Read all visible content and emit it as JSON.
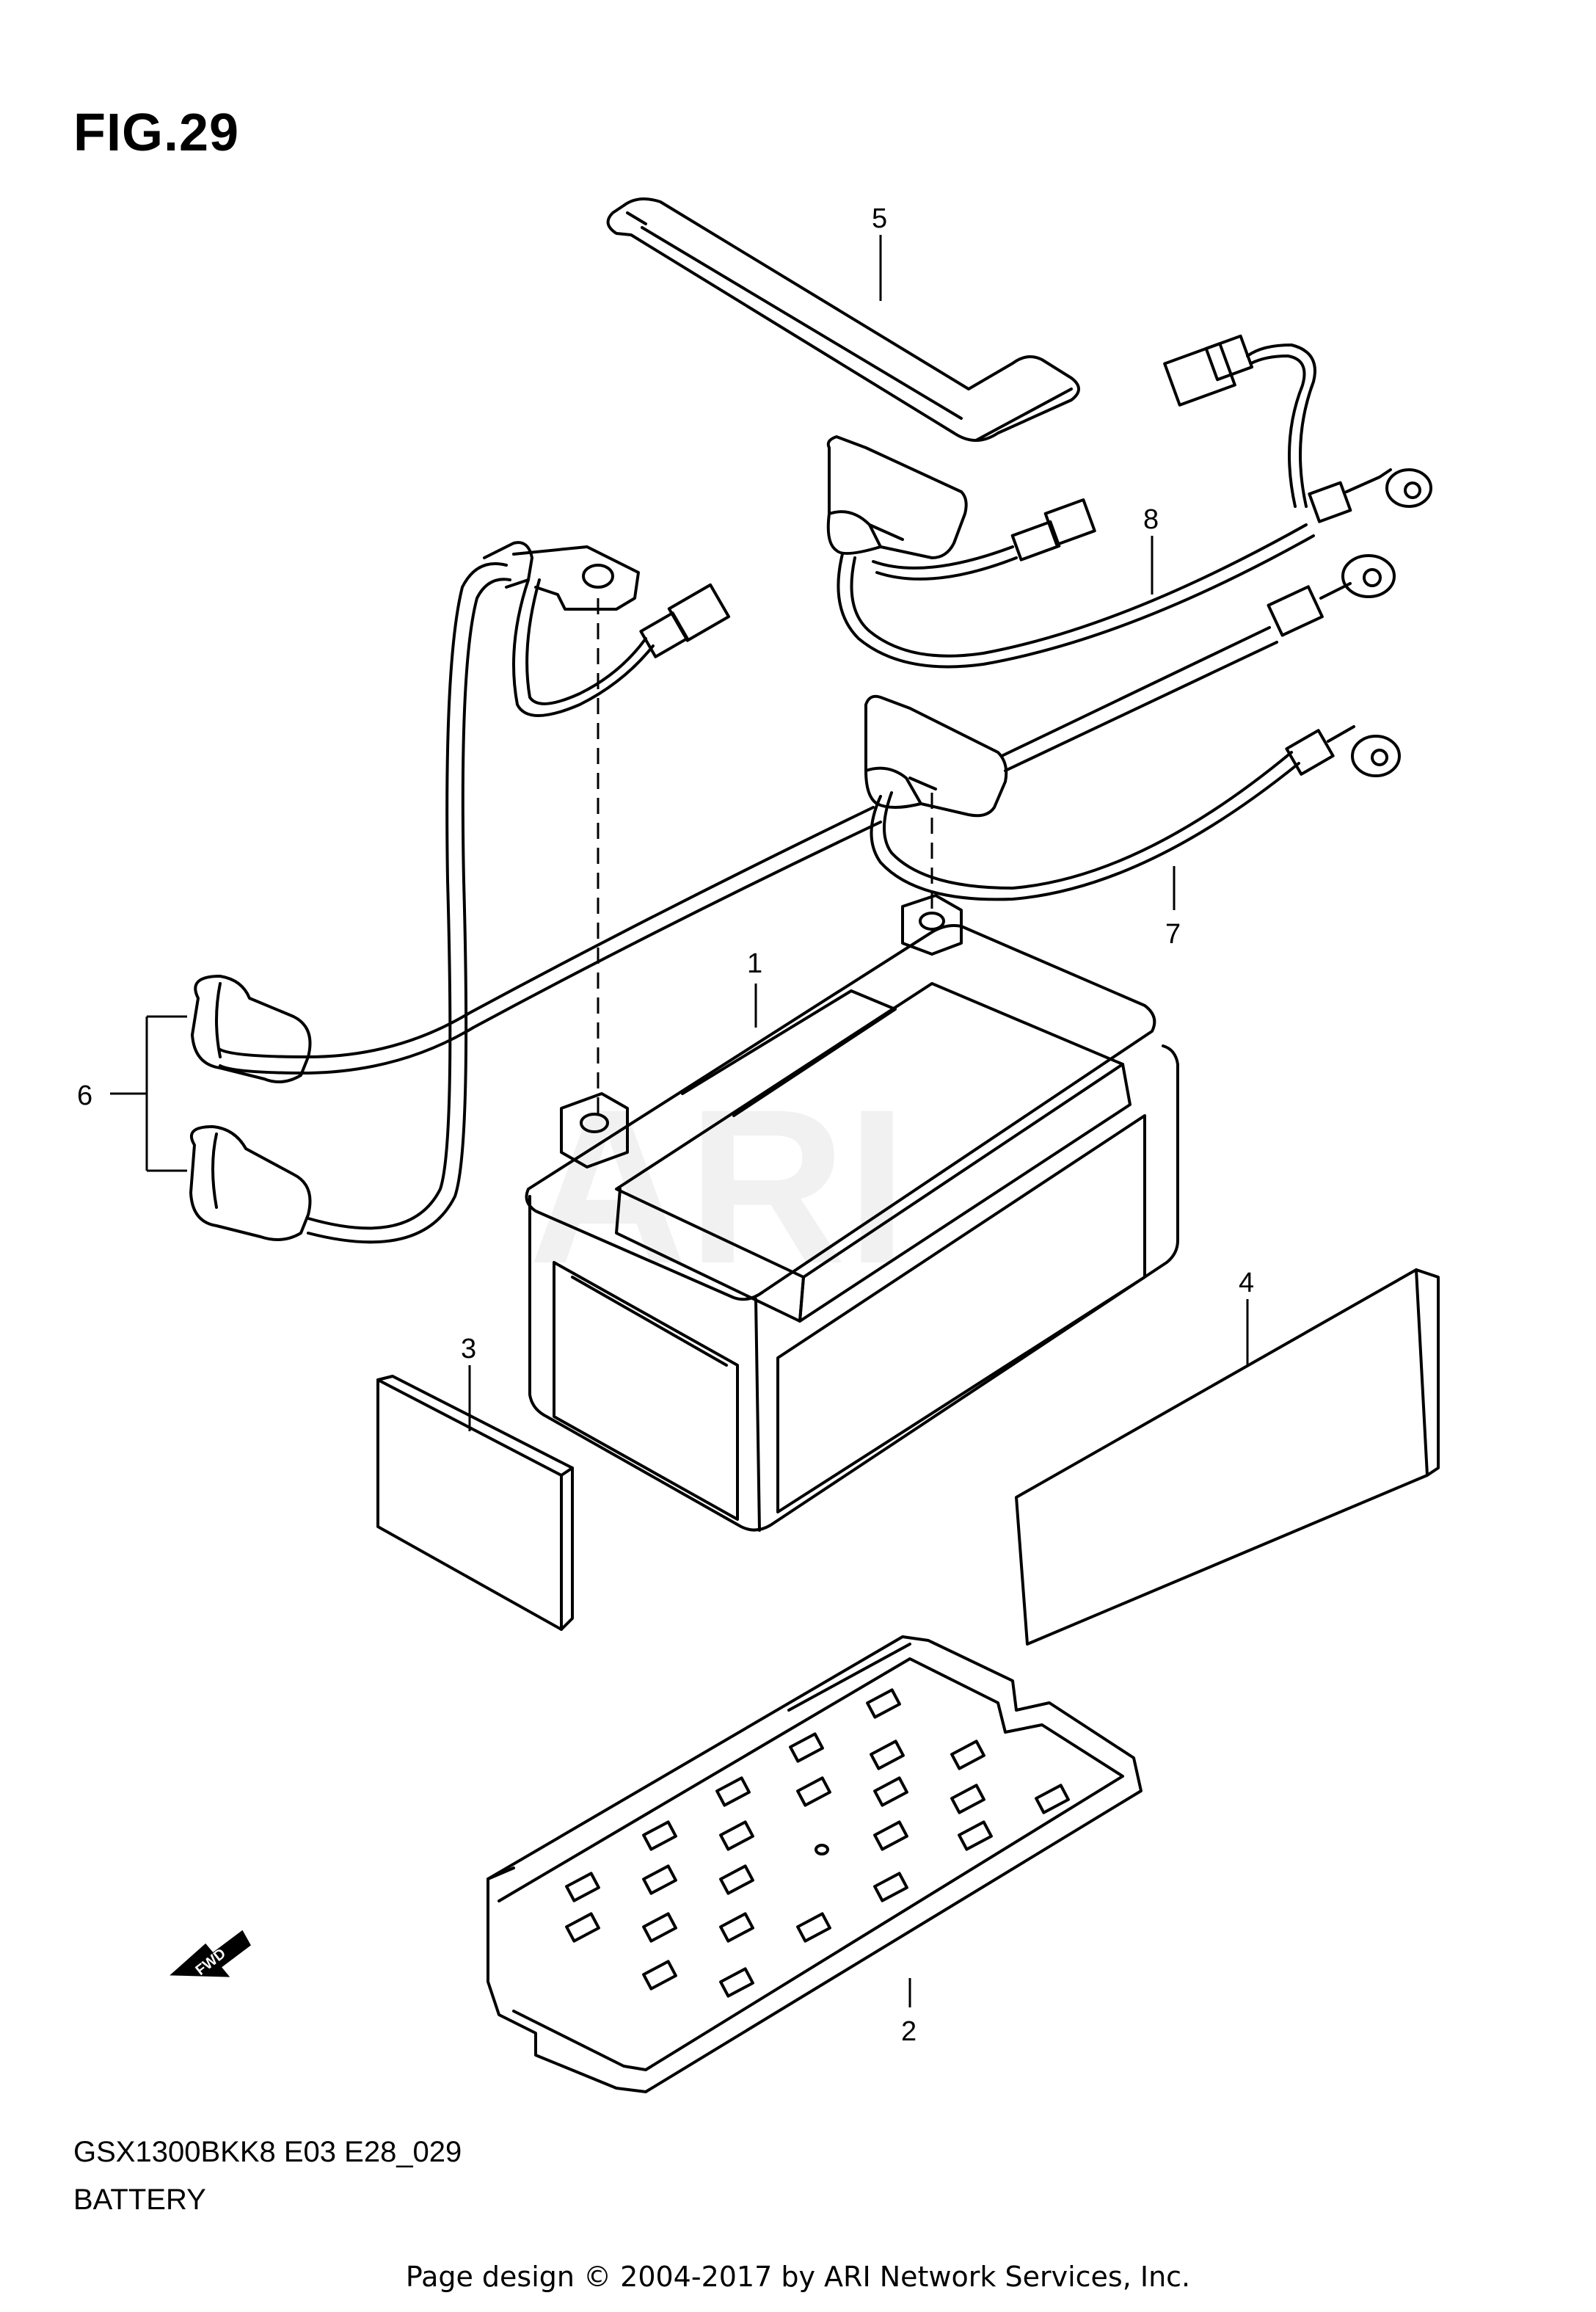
{
  "figure": {
    "title": "FIG.29",
    "watermark": "ARI",
    "model_code": "GSX1300BKK8 E03 E28_029",
    "section_name": "BATTERY"
  },
  "callouts": [
    {
      "id": "1",
      "label": "1"
    },
    {
      "id": "2",
      "label": "2"
    },
    {
      "id": "3",
      "label": "3"
    },
    {
      "id": "4",
      "label": "4"
    },
    {
      "id": "5",
      "label": "5"
    },
    {
      "id": "6",
      "label": "6"
    },
    {
      "id": "7",
      "label": "7"
    },
    {
      "id": "8",
      "label": "8"
    }
  ],
  "fwd_arrow": {
    "label": "FWD"
  },
  "footer": {
    "text": "Page design © 2004-2017 by ARI Network Services, Inc."
  }
}
